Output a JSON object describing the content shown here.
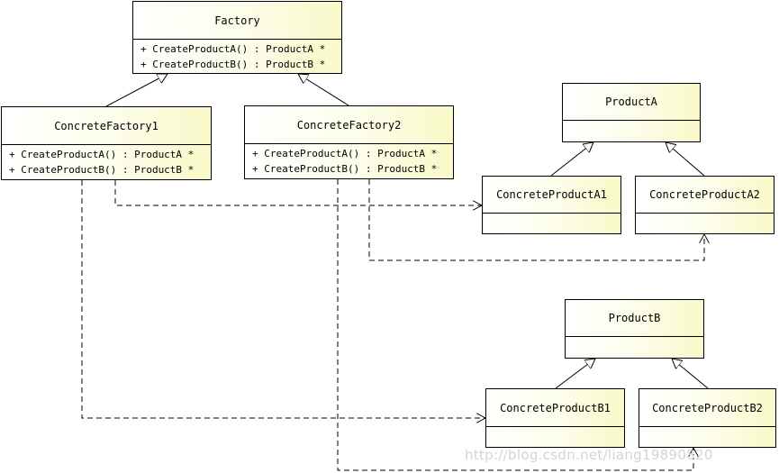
{
  "classes": {
    "factory": {
      "name": "Factory",
      "operations": [
        "+ CreateProductA() : ProductA *",
        "+ CreateProductB() : ProductB *"
      ]
    },
    "concrete_factory_1": {
      "name": "ConcreteFactory1",
      "operations": [
        "+ CreateProductA() : ProductA *",
        "+ CreateProductB() : ProductB *"
      ]
    },
    "concrete_factory_2": {
      "name": "ConcreteFactory2",
      "operations": [
        "+ CreateProductA() : ProductA *",
        "+ CreateProductB() : ProductB *"
      ]
    },
    "product_a": {
      "name": "ProductA"
    },
    "concrete_product_a1": {
      "name": "ConcreteProductA1"
    },
    "concrete_product_a2": {
      "name": "ConcreteProductA2"
    },
    "product_b": {
      "name": "ProductB"
    },
    "concrete_product_b1": {
      "name": "ConcreteProductB1"
    },
    "concrete_product_b2": {
      "name": "ConcreteProductB2"
    }
  },
  "relations": {
    "generalization": [
      [
        "ConcreteFactory1",
        "Factory"
      ],
      [
        "ConcreteFactory2",
        "Factory"
      ],
      [
        "ConcreteProductA1",
        "ProductA"
      ],
      [
        "ConcreteProductA2",
        "ProductA"
      ],
      [
        "ConcreteProductB1",
        "ProductB"
      ],
      [
        "ConcreteProductB2",
        "ProductB"
      ]
    ],
    "dependency": [
      [
        "ConcreteFactory1",
        "ConcreteProductA1"
      ],
      [
        "ConcreteFactory1",
        "ConcreteProductB1"
      ],
      [
        "ConcreteFactory2",
        "ConcreteProductA2"
      ],
      [
        "ConcreteFactory2",
        "ConcreteProductB2"
      ]
    ]
  },
  "watermark": "http://blog.csdn.net/liang19890820",
  "colors": {
    "class_fill": "#f9f9c8",
    "line": "#000000",
    "watermark": "#d4d4d4"
  }
}
